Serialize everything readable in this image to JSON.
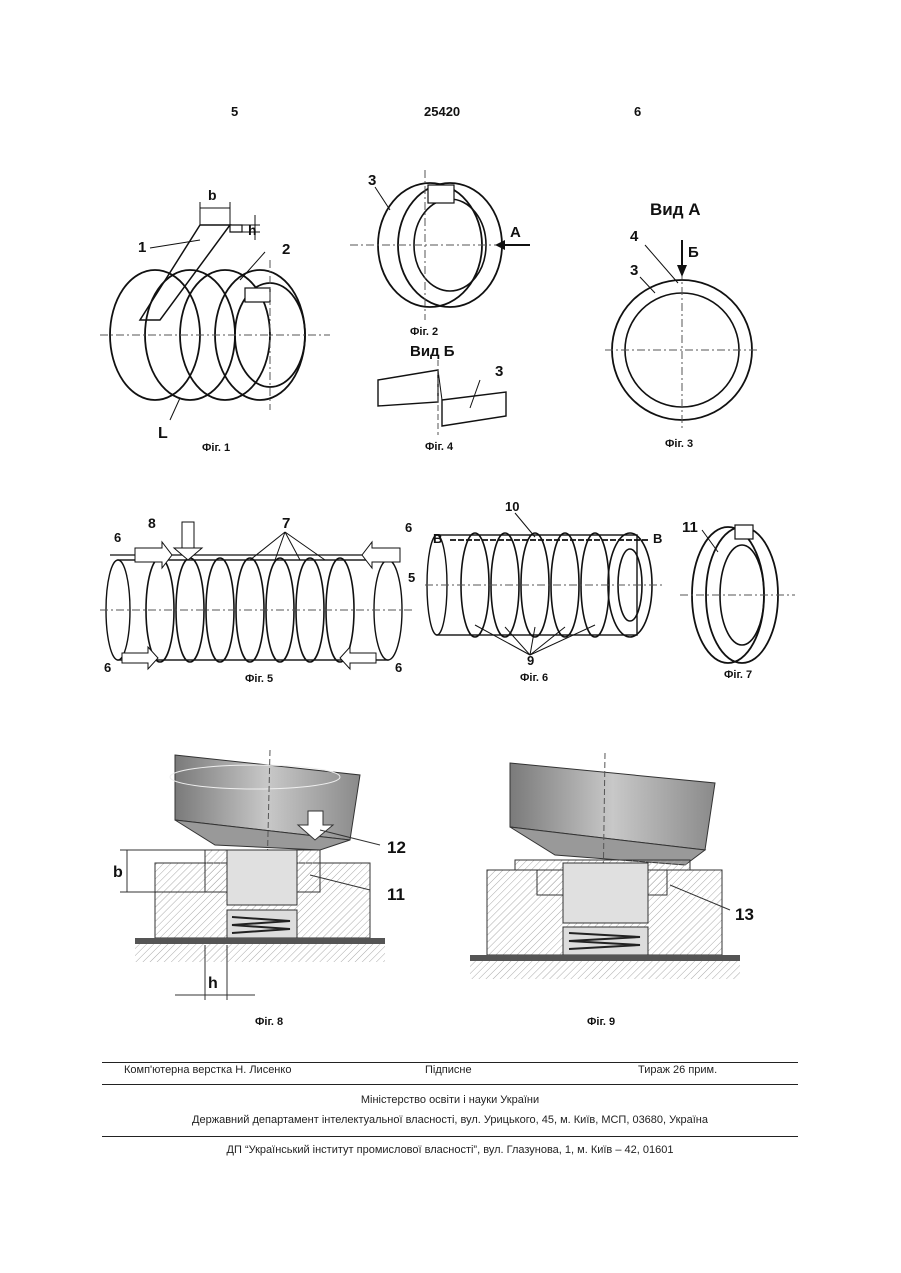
{
  "header": {
    "left_page": "5",
    "patent_number": "25420",
    "right_page": "6"
  },
  "fig1": {
    "caption": "Фіг. 1",
    "labels": {
      "b": "b",
      "h": "h",
      "n1": "1",
      "n2": "2",
      "L": "L"
    }
  },
  "fig2": {
    "caption": "Фіг. 2",
    "labels": {
      "n3": "3",
      "A": "А"
    }
  },
  "fig3": {
    "title": "Вид А",
    "caption": "Фіг. 3",
    "labels": {
      "n4": "4",
      "B": "Б",
      "n3": "3"
    }
  },
  "fig4": {
    "title": "Вид Б",
    "caption": "Фіг. 4",
    "labels": {
      "n3": "3"
    }
  },
  "fig5": {
    "caption": "Фіг. 5",
    "labels": {
      "n8": "8",
      "n7": "7",
      "n6a": "6",
      "n6b": "6",
      "n6c": "6",
      "n6d": "6",
      "n5": "5"
    }
  },
  "fig6": {
    "caption": "Фіг. 6",
    "labels": {
      "n10": "10",
      "Va": "В",
      "Vb": "В",
      "n9": "9"
    }
  },
  "fig7": {
    "caption": "Фіг. 7",
    "labels": {
      "n11": "11"
    }
  },
  "fig8": {
    "caption": "Фіг. 8",
    "labels": {
      "n12": "12",
      "n11": "11",
      "b": "b",
      "h": "h"
    }
  },
  "fig9": {
    "caption": "Фіг. 9",
    "labels": {
      "n13": "13"
    }
  },
  "footer": {
    "layout": "Комп'ютерна верстка Н. Лисенко",
    "signed": "Підписне",
    "circulation": "Тираж 26 прим.",
    "ministry": "Міністерство освіти і науки України",
    "department": "Державний департамент інтелектуальної власності, вул. Урицького, 45, м. Київ, МСП, 03680, Україна",
    "institute": "ДП “Український інститут промислової власності”, вул. Глазунова, 1, м. Київ – 42, 01601"
  }
}
